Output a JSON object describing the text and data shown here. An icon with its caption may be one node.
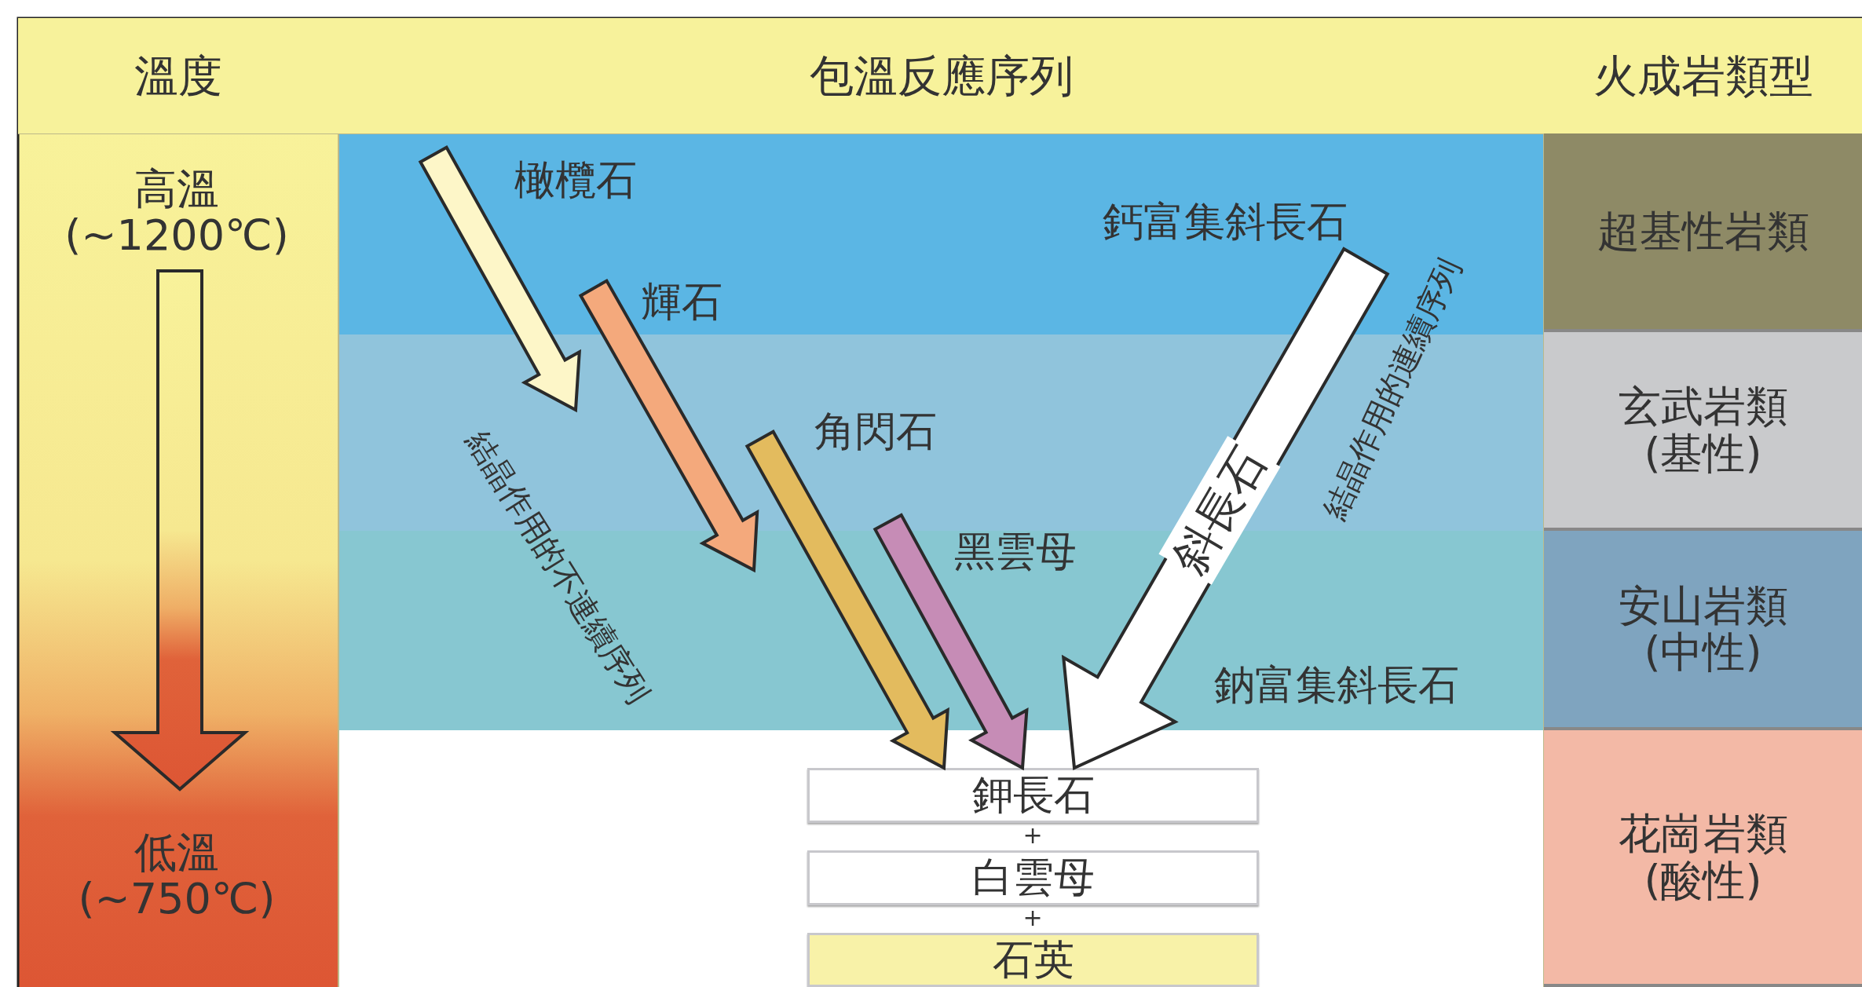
{
  "diagram": {
    "nodes": [
      {
        "text": [
          "溫度"
        ]
      },
      {
        "text": [
          "包溫反應序列"
        ]
      },
      {
        "text": [
          "火成岩類型"
        ]
      },
      {
        "text": [
          "高溫",
          "(~1200℃)"
        ]
      },
      {
        "text": [
          "低溫",
          "(~750℃)"
        ]
      },
      {
        "text": [
          "橄欖石"
        ]
      },
      {
        "text": [
          "輝石"
        ]
      },
      {
        "text": [
          "角閃石"
        ]
      },
      {
        "text": [
          "黑雲母"
        ]
      },
      {
        "text": [
          "鈣富集斜長石"
        ]
      },
      {
        "text": [
          "鈉富集斜長石"
        ]
      },
      {
        "text": [
          "鉀長石"
        ]
      },
      {
        "text": [
          "白雲母"
        ]
      },
      {
        "text": [
          "石英"
        ]
      },
      {
        "text": [
          "超基性岩類"
        ]
      },
      {
        "text": [
          "玄武岩類",
          "(基性)"
        ]
      },
      {
        "text": [
          "安山岩類",
          "(中性)"
        ]
      },
      {
        "text": [
          "花崗岩類",
          "(酸性)"
        ]
      }
    ],
    "edges": [
      {
        "from": 3,
        "to": 4,
        "arrow": "to"
      },
      {
        "from": 5,
        "to": null,
        "arrow": "to",
        "color": "#fdf6c8"
      },
      {
        "from": 6,
        "to": null,
        "arrow": "to",
        "color": "#f4a97c"
      },
      {
        "from": 7,
        "to": 11,
        "arrow": "to",
        "color": "#e3bb5e"
      },
      {
        "from": 8,
        "to": 11,
        "arrow": "to",
        "color": "#c68cb6"
      },
      {
        "from": 9,
        "to": 11,
        "arrow": "to",
        "label": "斜長石",
        "color": "#ffffff"
      }
    ],
    "labels": [
      "結晶作用的不連續序列",
      "結晶作用的連續序列",
      "+",
      "+"
    ]
  }
}
